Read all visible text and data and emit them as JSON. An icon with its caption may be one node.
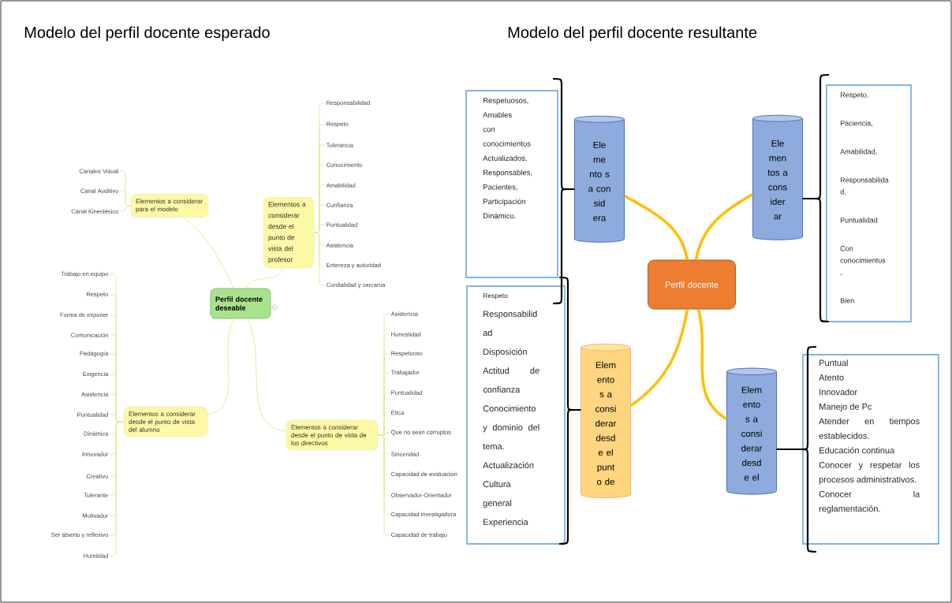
{
  "diagram": {
    "nodes": [
      {
        "text": [
          "Perfil docente deseable"
        ]
      },
      {
        "text": [
          "Elementos a considerar para el modelo"
        ]
      },
      {
        "text": [
          "Canales Visual"
        ]
      },
      {
        "text": [
          "Canal Auditivo"
        ]
      },
      {
        "text": [
          "Canal Kinestésico"
        ]
      },
      {
        "text": [
          "Elementos a considerar desde el punto de vista del profesor"
        ]
      },
      {
        "text": [
          "Responsabilidad"
        ]
      },
      {
        "text": [
          "Respeto"
        ]
      },
      {
        "text": [
          "Tolerancia"
        ]
      },
      {
        "text": [
          "Conocimiento"
        ]
      },
      {
        "text": [
          "Amabilidad"
        ]
      },
      {
        "text": [
          "Confianza"
        ]
      },
      {
        "text": [
          "Puntualidad"
        ]
      },
      {
        "text": [
          "Asistencia"
        ]
      },
      {
        "text": [
          "Entereza y autoridad"
        ]
      },
      {
        "text": [
          "Cordialidad y cercanía"
        ]
      },
      {
        "text": [
          "Elementos a considerar desde el punto de vista del alumno"
        ]
      },
      {
        "text": [
          "Trabajo en equipo"
        ]
      },
      {
        "text": [
          "Respeto"
        ]
      },
      {
        "text": [
          "Forma de exponer"
        ]
      },
      {
        "text": [
          "Comunicación"
        ]
      },
      {
        "text": [
          "Pedagogía"
        ]
      },
      {
        "text": [
          "Exigencia"
        ]
      },
      {
        "text": [
          "Asistencia"
        ]
      },
      {
        "text": [
          "Puntualidad"
        ]
      },
      {
        "text": [
          "Dinámica"
        ]
      },
      {
        "text": [
          "Innovador"
        ]
      },
      {
        "text": [
          "Creativo"
        ]
      },
      {
        "text": [
          "Tolerante"
        ]
      },
      {
        "text": [
          "Motivador"
        ]
      },
      {
        "text": [
          "Ser abierto y reflexivo"
        ]
      },
      {
        "text": [
          "Humildad"
        ]
      },
      {
        "text": [
          "Elementos a considerar desde el punto de vista de los directivos"
        ]
      },
      {
        "text": [
          "Asistencia"
        ]
      },
      {
        "text": [
          "Honestidad"
        ]
      },
      {
        "text": [
          "Respetuoso"
        ]
      },
      {
        "text": [
          "Trabajador"
        ]
      },
      {
        "text": [
          "Puntualidad"
        ]
      },
      {
        "text": [
          "Ética"
        ]
      },
      {
        "text": [
          "Que no sean corruptos"
        ]
      },
      {
        "text": [
          "Sinceridad"
        ]
      },
      {
        "text": [
          "Capacidad de evaluación"
        ]
      },
      {
        "text": [
          "Observador-Orientador"
        ]
      },
      {
        "text": [
          "Capacidad investigadora"
        ]
      },
      {
        "text": [
          "Capacidad de trabajo"
        ]
      },
      {
        "text": [
          "Perfil docente"
        ]
      },
      {
        "text": [
          "Ele me nto s a con sid era"
        ]
      },
      {
        "text": [
          "Ele men tos a cons ider ar"
        ]
      },
      {
        "text": [
          "Elem ento s a consi derar desd e el punt o de"
        ]
      },
      {
        "text": [
          "Elem ento s a consi derar desd e el"
        ]
      },
      {
        "text": [
          "Respetuosos,",
          "Amables",
          "con",
          "conocimientos",
          "Actualizados.",
          "Responsables,",
          "Pacientes,",
          "Participación",
          "Dinámico."
        ]
      },
      {
        "text": [
          "Respeto,",
          "Paciencia,",
          "Amabilidad,",
          "Responsabilida d,",
          "Puntualidad",
          "Con conocimientos ,",
          "Bien"
        ]
      },
      {
        "text": [
          "Respeto",
          "Responsabilid ad",
          "Disposición",
          "Actitud de confianza",
          "Conocimiento y dominio del tema.",
          "Actualización",
          "Cultura general",
          "Experiencia"
        ]
      },
      {
        "text": [
          "Puntual",
          "Atento",
          "Innovador",
          "Manejo de Pc",
          "Atender en tiempos establecidos.",
          "Educación continua",
          "Conocer y respetar los procesos administrativos.",
          "Conocer la reglamentación."
        ]
      }
    ],
    "edges": [
      {
        "from": 0,
        "to": 1,
        "arrow": "none"
      },
      {
        "from": 0,
        "to": 5,
        "arrow": "none"
      },
      {
        "from": 0,
        "to": 16,
        "arrow": "none"
      },
      {
        "from": 0,
        "to": 32,
        "arrow": "none"
      },
      {
        "from": 1,
        "to": 2,
        "arrow": "none"
      },
      {
        "from": 1,
        "to": 3,
        "arrow": "none"
      },
      {
        "from": 1,
        "to": 4,
        "arrow": "none"
      },
      {
        "from": 5,
        "to": 6,
        "arrow": "none"
      },
      {
        "from": 5,
        "to": 7,
        "arrow": "none"
      },
      {
        "from": 5,
        "to": 8,
        "arrow": "none"
      },
      {
        "from": 5,
        "to": 9,
        "arrow": "none"
      },
      {
        "from": 5,
        "to": 10,
        "arrow": "none"
      },
      {
        "from": 5,
        "to": 11,
        "arrow": "none"
      },
      {
        "from": 5,
        "to": 12,
        "arrow": "none"
      },
      {
        "from": 5,
        "to": 13,
        "arrow": "none"
      },
      {
        "from": 5,
        "to": 14,
        "arrow": "none"
      },
      {
        "from": 5,
        "to": 15,
        "arrow": "none"
      },
      {
        "from": 16,
        "to": 17,
        "arrow": "none"
      },
      {
        "from": 16,
        "to": 18,
        "arrow": "none"
      },
      {
        "from": 16,
        "to": 19,
        "arrow": "none"
      },
      {
        "from": 16,
        "to": 20,
        "arrow": "none"
      },
      {
        "from": 16,
        "to": 21,
        "arrow": "none"
      },
      {
        "from": 16,
        "to": 22,
        "arrow": "none"
      },
      {
        "from": 16,
        "to": 23,
        "arrow": "none"
      },
      {
        "from": 16,
        "to": 24,
        "arrow": "none"
      },
      {
        "from": 16,
        "to": 25,
        "arrow": "none"
      },
      {
        "from": 16,
        "to": 26,
        "arrow": "none"
      },
      {
        "from": 16,
        "to": 27,
        "arrow": "none"
      },
      {
        "from": 16,
        "to": 28,
        "arrow": "none"
      },
      {
        "from": 16,
        "to": 29,
        "arrow": "none"
      },
      {
        "from": 16,
        "to": 30,
        "arrow": "none"
      },
      {
        "from": 16,
        "to": 31,
        "arrow": "none"
      },
      {
        "from": 32,
        "to": 33,
        "arrow": "none"
      },
      {
        "from": 32,
        "to": 34,
        "arrow": "none"
      },
      {
        "from": 32,
        "to": 35,
        "arrow": "none"
      },
      {
        "from": 32,
        "to": 36,
        "arrow": "none"
      },
      {
        "from": 32,
        "to": 37,
        "arrow": "none"
      },
      {
        "from": 32,
        "to": 38,
        "arrow": "none"
      },
      {
        "from": 32,
        "to": 39,
        "arrow": "none"
      },
      {
        "from": 32,
        "to": 40,
        "arrow": "none"
      },
      {
        "from": 32,
        "to": 41,
        "arrow": "none"
      },
      {
        "from": 32,
        "to": 42,
        "arrow": "none"
      },
      {
        "from": 32,
        "to": 43,
        "arrow": "none"
      },
      {
        "from": 32,
        "to": 44,
        "arrow": "none"
      },
      {
        "from": 45,
        "to": 46,
        "arrow": "none",
        "style": "thick",
        "color": "#ffc000"
      },
      {
        "from": 45,
        "to": 47,
        "arrow": "none",
        "style": "thick",
        "color": "#ffc000"
      },
      {
        "from": 45,
        "to": 48,
        "arrow": "none",
        "style": "thick",
        "color": "#ffc000"
      },
      {
        "from": 45,
        "to": 49,
        "arrow": "none",
        "style": "thick",
        "color": "#ffc000"
      }
    ],
    "labels": [
      "Modelo del perfil docente esperado",
      "Modelo del perfil docente resultante"
    ]
  }
}
